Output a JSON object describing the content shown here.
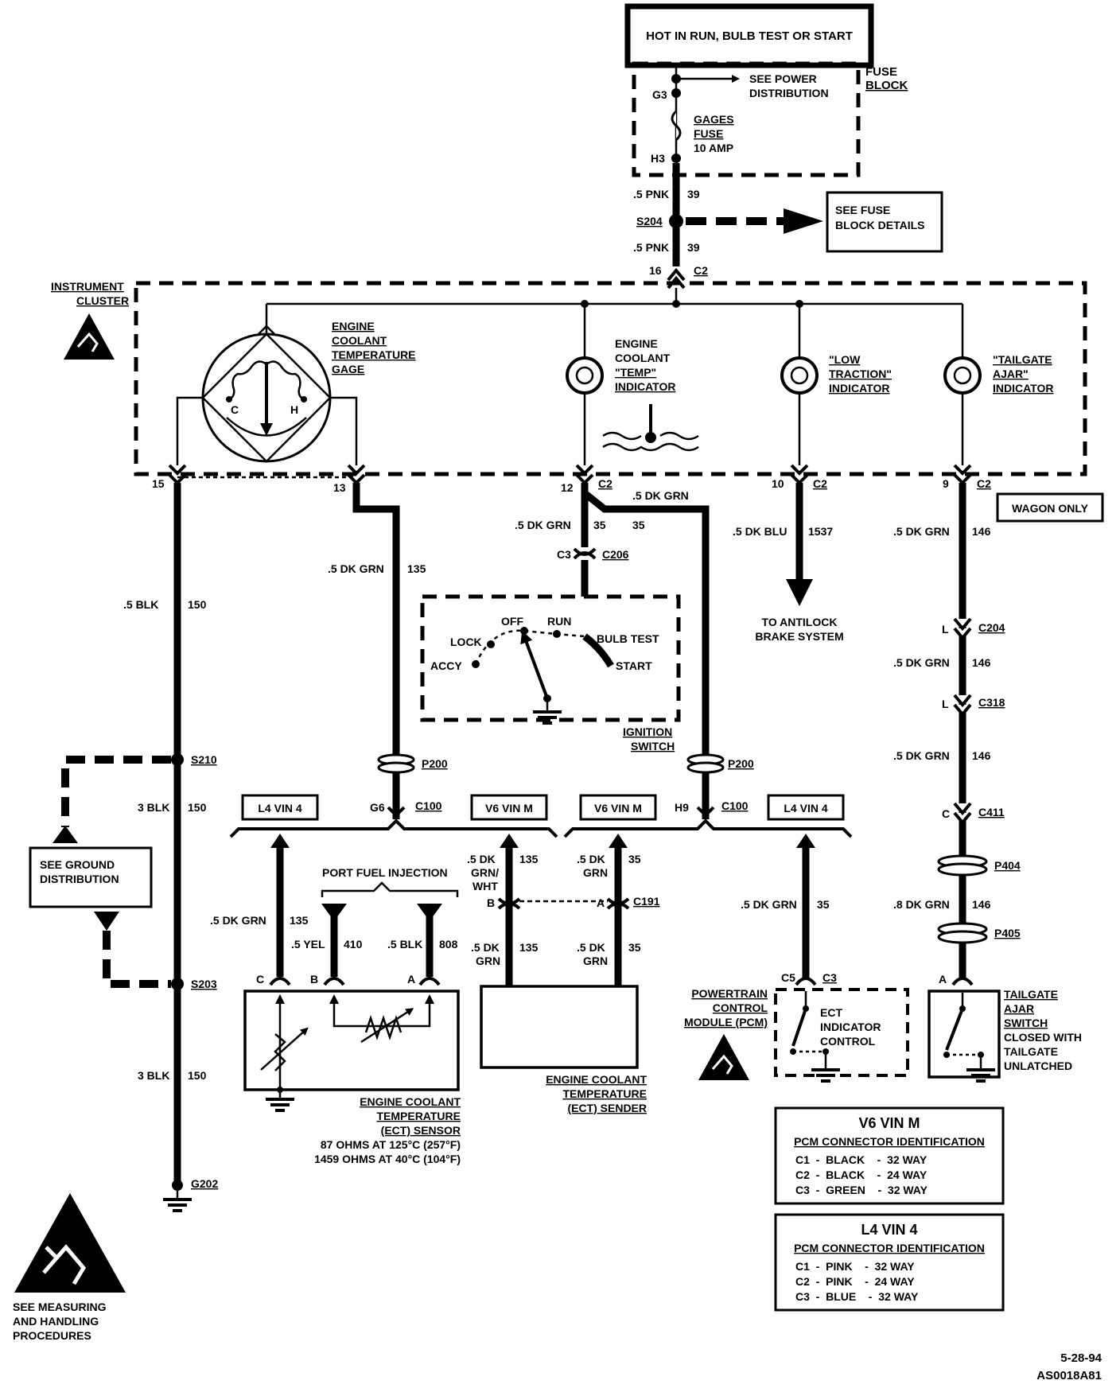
{
  "power": {
    "header": "HOT IN RUN, BULB TEST OR START",
    "see_power": [
      "SEE POWER",
      "DISTRIBUTION"
    ],
    "fuse_block": [
      "FUSE",
      "BLOCK"
    ],
    "g3": "G3",
    "h3": "H3",
    "fuse": [
      "GAGES",
      "FUSE",
      "10 AMP"
    ],
    "wire_top": ".5 PNK",
    "wire_top_num": "39",
    "s204": "S204",
    "see_fuse": [
      "SEE FUSE",
      "BLOCK DETAILS"
    ],
    "wire_bot": ".5 PNK",
    "wire_bot_num": "39",
    "pin16": "16",
    "c2": "C2"
  },
  "cluster": {
    "label": [
      "INSTRUMENT",
      "CLUSTER"
    ],
    "gage": [
      "ENGINE",
      "COOLANT",
      "TEMPERATURE",
      "GAGE"
    ],
    "gage_c": "C",
    "gage_h": "H",
    "temp_ind": [
      "ENGINE",
      "COOLANT",
      "\"TEMP\"",
      "INDICATOR"
    ],
    "low_traction": [
      "\"LOW",
      "TRACTION\"",
      "INDICATOR"
    ],
    "tailgate": [
      "\"TAILGATE",
      "AJAR\"",
      "INDICATOR"
    ],
    "pin15": "15",
    "pin13": "13",
    "pin12": "12",
    "pin12_c": "C2",
    "pin10": "10",
    "pin10_c": "C2",
    "pin9": "9",
    "pin9_c": "C2",
    "wagon_only": "WAGON ONLY"
  },
  "wires": {
    "blk150": ".5 BLK",
    "blk150_num": "150",
    "grn135": ".5 DK GRN",
    "grn135_num": "135",
    "grn35a": ".5 DK GRN",
    "grn35a_num": "35",
    "grn35b": ".5 DK GRN",
    "grn35b_num": "35",
    "c3": "C3",
    "c206": "C206",
    "blu1537": ".5 DK BLU",
    "blu1537_num": "1537",
    "abs": [
      "TO ANTILOCK",
      "BRAKE SYSTEM"
    ],
    "grn146a": ".5 DK GRN",
    "grn146a_num": "146",
    "l_c204": "L",
    "c204": "C204",
    "grn146b": ".5 DK GRN",
    "grn146b_num": "146",
    "l_c318": "L",
    "c318": "C318",
    "grn146c": ".5 DK GRN",
    "grn146c_num": "146",
    "c_c411": "C",
    "c411": "C411",
    "p404": "P404",
    "grn146d": ".8 DK GRN",
    "grn146d_num": "146",
    "p405": "P405"
  },
  "ignition": {
    "label": [
      "IGNITION",
      "SWITCH"
    ],
    "off": "OFF",
    "run": "RUN",
    "lock": "LOCK",
    "bulb_test": "BULB TEST",
    "accy": "ACCY",
    "start": "START"
  },
  "ground": {
    "s210": "S210",
    "blk3": "3 BLK",
    "blk3_num": "150",
    "see_ground": [
      "SEE GROUND",
      "DISTRIBUTION"
    ],
    "s203": "S203",
    "blk3b": "3 BLK",
    "blk3b_num": "150",
    "g202": "G202"
  },
  "connectors": {
    "p200a": "P200",
    "p200b": "P200",
    "g6": "G6",
    "c100a": "C100",
    "h9": "H9",
    "c100b": "C100",
    "l4vin4a": "L4  VIN 4",
    "v6vinma": "V6  VIN M",
    "v6vinmb": "V6  VIN M",
    "l4vin4b": "L4  VIN 4"
  },
  "sensor": {
    "pfi": "PORT FUEL INJECTION",
    "grn135": ".5 DK GRN",
    "grn135_num": "135",
    "yel410": ".5 YEL",
    "yel410_num": "410",
    "blk808": ".5 BLK",
    "blk808_num": "808",
    "pin_c": "C",
    "pin_b": "B",
    "pin_a": "A",
    "label": [
      "ENGINE COOLANT",
      "TEMPERATURE",
      "(ECT) SENSOR"
    ],
    "spec1": "87 OHMS AT 125°C (257°F)",
    "spec2": "1459 OHMS AT 40°C (104°F)"
  },
  "sender": {
    "w1": [
      ".5 DK",
      "GRN/",
      "WHT"
    ],
    "w1_num": "135",
    "w2": [
      ".5 DK",
      "GRN"
    ],
    "w2_num": "35",
    "pin_b": "B",
    "pin_a": "A",
    "c191": "C191",
    "w3": [
      ".5 DK",
      "GRN"
    ],
    "w3_num": "135",
    "w4": [
      ".5 DK",
      "GRN"
    ],
    "w4_num": "35",
    "label": [
      "ENGINE COOLANT",
      "TEMPERATURE",
      "(ECT)  SENDER"
    ]
  },
  "pcm": {
    "wire": ".5 DK GRN",
    "wire_num": "35",
    "c5": "C5",
    "c3": "C3",
    "label": [
      "POWERTRAIN",
      "CONTROL",
      "MODULE (PCM)"
    ],
    "ect": [
      "ECT",
      "INDICATOR",
      "CONTROL"
    ]
  },
  "tailgate_sw": {
    "pin_a": "A",
    "label": [
      "TAILGATE",
      "AJAR",
      "SWITCH",
      "CLOSED WITH",
      "TAILGATE",
      "UNLATCHED"
    ]
  },
  "tables": {
    "v6": {
      "title": "V6  VIN M",
      "sub": "PCM CONNECTOR IDENTIFICATION",
      "rows": [
        "C1  -  BLACK    -  32 WAY",
        "C2  -  BLACK    -  24 WAY",
        "C3  -  GREEN    -  32 WAY"
      ]
    },
    "l4": {
      "title": "L4  VIN 4",
      "sub": "PCM CONNECTOR IDENTIFICATION",
      "rows": [
        "C1  -  PINK    -  32 WAY",
        "C2  -  PINK    -  24 WAY",
        "C3  -  BLUE    -  32 WAY"
      ]
    }
  },
  "footer": {
    "esd": [
      "SEE MEASURING",
      "AND HANDLING",
      "PROCEDURES"
    ],
    "date": "5-28-94",
    "code": "AS0018A81"
  }
}
